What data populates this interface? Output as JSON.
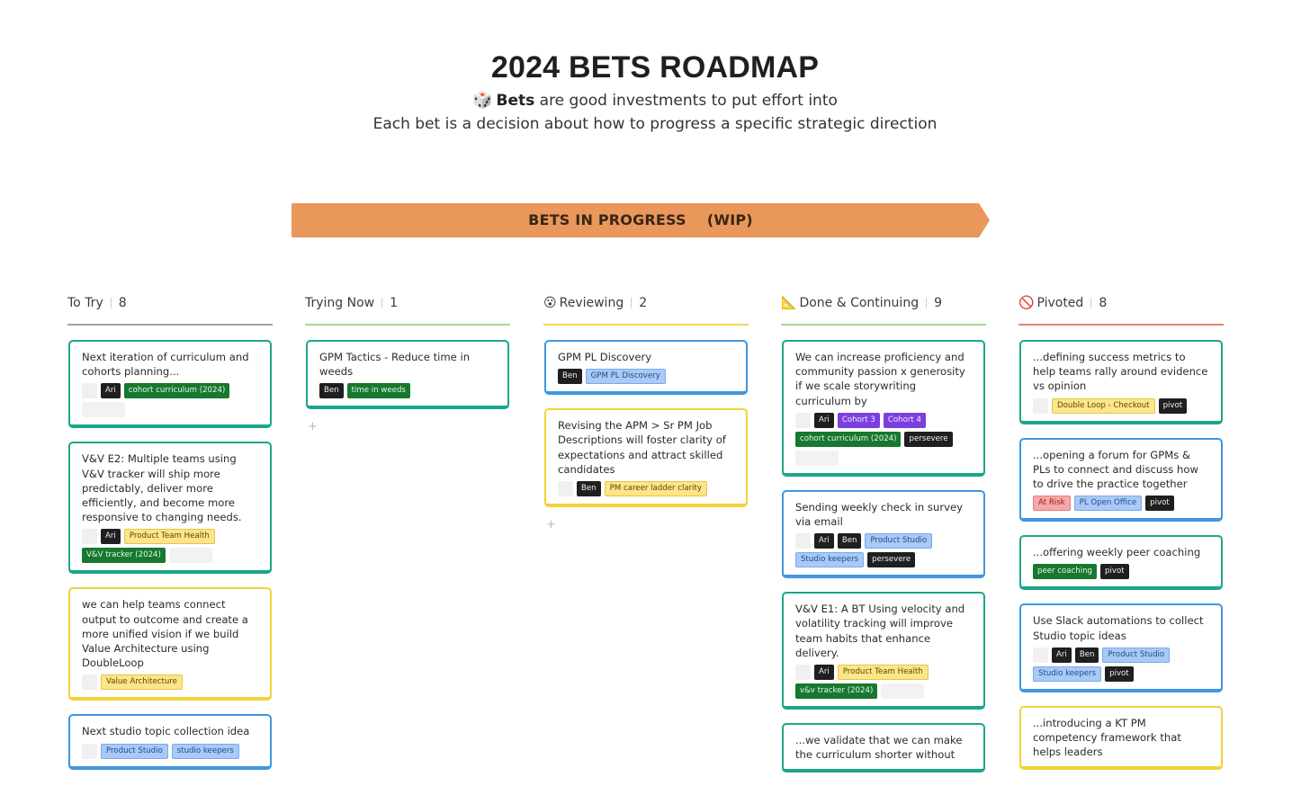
{
  "header": {
    "title": "2024 BETS ROADMAP",
    "subtitle_bold": "Bets",
    "subtitle_rest": " are good investments to put effort into",
    "subtitle2": "Each bet is a decision about how to progress a specific strategic direction",
    "die_icon": "🎲"
  },
  "banner": {
    "label": "BETS IN PROGRESS    (WIP)",
    "color": "#e9975a"
  },
  "colors": {
    "rule_todo": "#9e9e9e",
    "rule_trying": "#9fd88a",
    "rule_reviewing": "#f1d457",
    "rule_done": "#9fd88a",
    "rule_pivoted": "#ef7a6a"
  },
  "columns": [
    {
      "title": "To Try",
      "emoji": "",
      "count": "8",
      "rule": "#a3a3a3",
      "cards": [
        {
          "color": "green",
          "text": "Next iteration of curriculum and cohorts planning...",
          "tags": [
            {
              "k": "blank",
              "t": ""
            },
            {
              "k": "dark",
              "t": "Ari"
            },
            {
              "k": "green",
              "t": "cohort curriculum (2024)"
            },
            {
              "k": "blank-wide",
              "t": ""
            }
          ]
        },
        {
          "color": "green",
          "text": "V&V E2: Multiple teams using V&V tracker will ship more predictably, deliver more efficiently, and become more responsive to changing needs.",
          "tags": [
            {
              "k": "blank",
              "t": ""
            },
            {
              "k": "dark",
              "t": "Ari"
            },
            {
              "k": "yellow",
              "t": "Product Team Health"
            },
            {
              "k": "green",
              "t": "V&V tracker (2024)"
            },
            {
              "k": "blank-wide",
              "t": ""
            }
          ]
        },
        {
          "color": "yellow",
          "text": "we can help teams connect output to outcome and create a more unified vision if we build Value Architecture using DoubleLoop",
          "tags": [
            {
              "k": "blank",
              "t": ""
            },
            {
              "k": "yellow",
              "t": "Value Architecture"
            }
          ]
        },
        {
          "color": "blue",
          "text": "Next studio topic collection idea",
          "tags": [
            {
              "k": "blank",
              "t": ""
            },
            {
              "k": "blue",
              "t": "Product Studio"
            },
            {
              "k": "blue",
              "t": "studio keepers"
            }
          ]
        }
      ]
    },
    {
      "title": "Trying Now",
      "emoji": "",
      "count": "1",
      "rule": "#a6dc8f",
      "cards": [
        {
          "color": "green",
          "text": "GPM Tactics - Reduce time in weeds",
          "tags": [
            {
              "k": "dark",
              "t": "Ben"
            },
            {
              "k": "green",
              "t": "time in weeds"
            }
          ]
        }
      ],
      "add": "+"
    },
    {
      "title": "Reviewing",
      "emoji": "😮",
      "count": "2",
      "rule": "#f2d55a",
      "cards": [
        {
          "color": "blue",
          "text": "GPM PL Discovery",
          "tags": [
            {
              "k": "dark",
              "t": "Ben"
            },
            {
              "k": "blue",
              "t": "GPM PL Discovery"
            }
          ]
        },
        {
          "color": "yellow",
          "text": "Revising the APM > Sr PM Job Descriptions will foster clarity of expectations and attract skilled candidates",
          "tags": [
            {
              "k": "blank",
              "t": ""
            },
            {
              "k": "dark",
              "t": "Ben"
            },
            {
              "k": "yellow",
              "t": "PM career ladder clarity"
            }
          ]
        }
      ],
      "add": "+"
    },
    {
      "title": "Done & Continuing",
      "emoji": "📐",
      "count": "9",
      "rule": "#a6dc8f",
      "cards": [
        {
          "color": "green",
          "text": "We can increase proficiency and community passion x generosity if we scale storywriting curriculum by",
          "tags": [
            {
              "k": "blank",
              "t": ""
            },
            {
              "k": "dark",
              "t": "Ari"
            },
            {
              "k": "purple",
              "t": "Cohort 3"
            },
            {
              "k": "purple",
              "t": "Cohort 4"
            },
            {
              "k": "green",
              "t": "cohort curriculum (2024)"
            },
            {
              "k": "dark",
              "t": "persevere"
            },
            {
              "k": "blank-wide",
              "t": ""
            }
          ]
        },
        {
          "color": "blue",
          "text": "Sending weekly check in survey via email",
          "tags": [
            {
              "k": "blank",
              "t": ""
            },
            {
              "k": "dark",
              "t": "Ari"
            },
            {
              "k": "dark",
              "t": "Ben"
            },
            {
              "k": "blue",
              "t": "Product Studio"
            },
            {
              "k": "blue",
              "t": "Studio keepers"
            },
            {
              "k": "dark",
              "t": "persevere"
            }
          ]
        },
        {
          "color": "green",
          "text": "V&V E1: A BT Using velocity and volatility tracking will improve team habits that enhance delivery.",
          "tags": [
            {
              "k": "blank",
              "t": ""
            },
            {
              "k": "dark",
              "t": "Ari"
            },
            {
              "k": "yellow",
              "t": "Product Team Health"
            },
            {
              "k": "green",
              "t": "v&v tracker (2024)"
            },
            {
              "k": "blank-wide",
              "t": ""
            }
          ]
        },
        {
          "color": "green",
          "text": "...we validate that we can make the curriculum shorter without",
          "tags": []
        }
      ]
    },
    {
      "title": "Pivoted",
      "emoji": "🚫",
      "count": "8",
      "rule": "#ef7f6e",
      "cards": [
        {
          "color": "green",
          "text": "...defining success metrics to help teams rally around evidence vs opinion",
          "tags": [
            {
              "k": "blank",
              "t": ""
            },
            {
              "k": "yellow",
              "t": "Double Loop - Checkout"
            },
            {
              "k": "dark",
              "t": "pivot"
            }
          ]
        },
        {
          "color": "blue",
          "text": "...opening a forum for GPMs & PLs to connect and discuss how to drive the practice together",
          "tags": [
            {
              "k": "red",
              "t": "At Risk"
            },
            {
              "k": "blue",
              "t": "PL Open Office"
            },
            {
              "k": "dark",
              "t": "pivot"
            }
          ]
        },
        {
          "color": "green",
          "text": "...offering weekly peer coaching",
          "tags": [
            {
              "k": "green",
              "t": "peer coaching"
            },
            {
              "k": "dark",
              "t": "pivot"
            }
          ]
        },
        {
          "color": "blue",
          "text": "Use Slack automations to collect Studio topic ideas",
          "tags": [
            {
              "k": "blank",
              "t": ""
            },
            {
              "k": "dark",
              "t": "Ari"
            },
            {
              "k": "dark",
              "t": "Ben"
            },
            {
              "k": "blue",
              "t": "Product Studio"
            },
            {
              "k": "blue",
              "t": "Studio keepers"
            },
            {
              "k": "dark",
              "t": "pivot"
            }
          ]
        },
        {
          "color": "yellow",
          "text": "...introducing a KT PM competency framework that helps leaders",
          "tags": []
        }
      ]
    }
  ]
}
